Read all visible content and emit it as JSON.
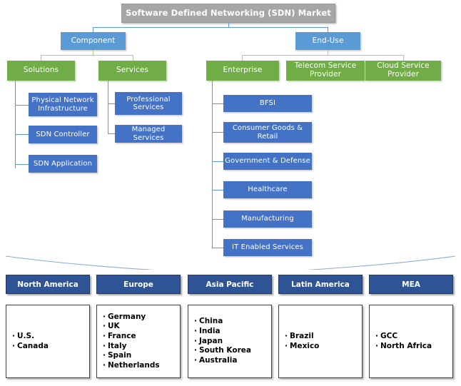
{
  "title": "Software Defined Networking (SDN) Market",
  "tree": {
    "component": {
      "label": "Component",
      "children": [
        {
          "label": "Solutions",
          "items": [
            "Physical Network Infrastructure",
            "SDN Controller",
            "SDN Application"
          ]
        },
        {
          "label": "Services",
          "items": [
            "Professional Services",
            "Managed Services"
          ]
        }
      ]
    },
    "end_use": {
      "label": "End-Use",
      "children": [
        {
          "label": "Enterprise",
          "items": [
            "BFSI",
            "Consumer Goods & Retail",
            "Government & Defense",
            "Healthcare",
            "Manufacturing",
            "IT Enabled Services"
          ]
        },
        {
          "label": "Telecom Service Provider",
          "items": []
        },
        {
          "label": "Cloud Service Provider",
          "items": []
        }
      ]
    }
  },
  "regions": [
    {
      "name": "North America",
      "countries": [
        "U.S.",
        "Canada"
      ]
    },
    {
      "name": "Europe",
      "countries": [
        "Germany",
        "UK",
        "France",
        "Italy",
        "Spain",
        "Netherlands"
      ]
    },
    {
      "name": "Asia Pacific",
      "countries": [
        "China",
        "India",
        "Japan",
        "South Korea",
        "Australia"
      ]
    },
    {
      "name": "Latin America",
      "countries": [
        "Brazil",
        "Mexico"
      ]
    },
    {
      "name": "MEA",
      "countries": [
        "GCC",
        "North Africa"
      ]
    }
  ],
  "colors": {
    "root": "#A6A6A6",
    "level1": "#5B9BD5",
    "level2": "#70AD47",
    "level3": "#4472C4",
    "region_header": "#2E5496",
    "connector_blue": "#5B9BD5",
    "connector_green": "#A9D18E"
  }
}
